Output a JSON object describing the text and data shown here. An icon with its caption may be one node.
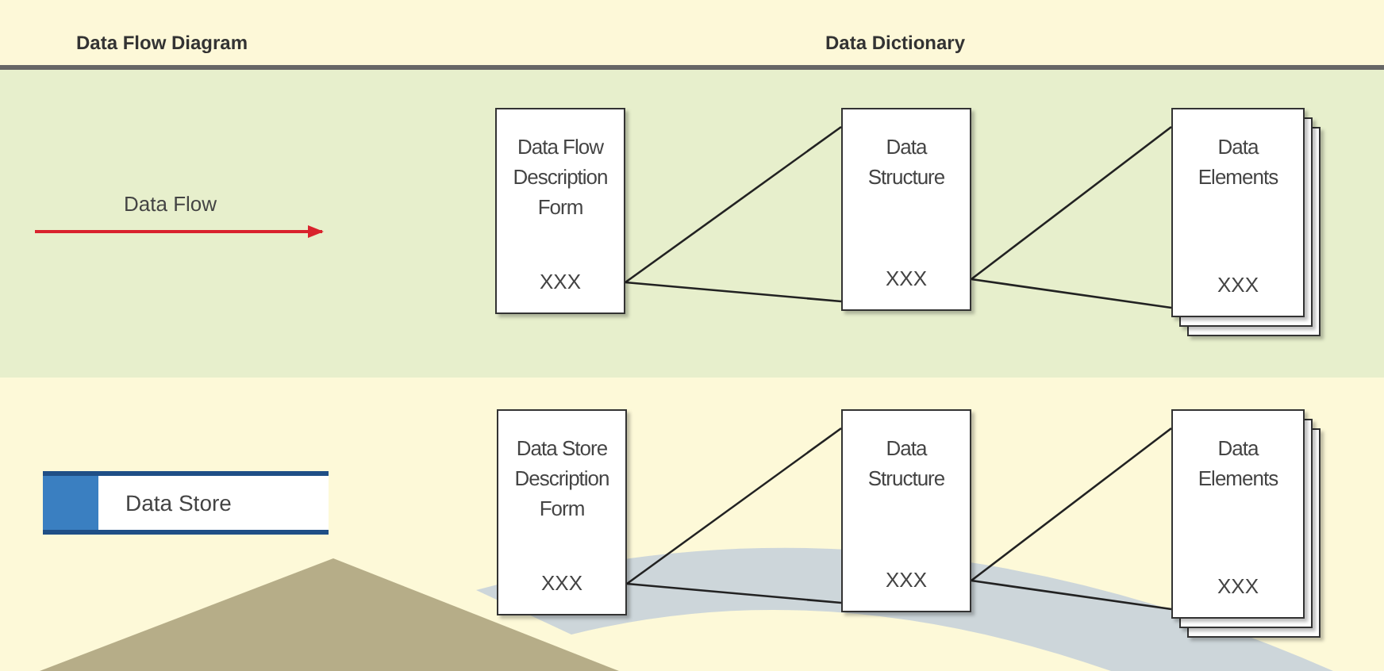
{
  "diagram": {
    "nodes": [
      {
        "text": [
          "Data Flow Description Form",
          "XXX"
        ]
      },
      {
        "text": [
          "Data Structure",
          "XXX"
        ]
      },
      {
        "text": [
          "Data Elements",
          "XXX"
        ]
      },
      {
        "text": [
          "Data Store"
        ]
      },
      {
        "text": [
          "Data Store Description Form",
          "XXX"
        ]
      },
      {
        "text": [
          "Data Structure",
          "XXX"
        ]
      },
      {
        "text": [
          "Data Elements",
          "XXX"
        ]
      }
    ],
    "edges": [
      {
        "from": 0,
        "to": 1,
        "arrow": "none"
      },
      {
        "from": 0,
        "to": 1,
        "arrow": "none"
      },
      {
        "from": 1,
        "to": 2,
        "arrow": "none"
      },
      {
        "from": 1,
        "to": 2,
        "arrow": "none"
      },
      {
        "from": 4,
        "to": 5,
        "arrow": "none"
      },
      {
        "from": 4,
        "to": 5,
        "arrow": "none"
      },
      {
        "from": 5,
        "to": 6,
        "arrow": "none"
      },
      {
        "from": 5,
        "to": 6,
        "arrow": "none"
      }
    ],
    "labels": [
      "Data Flow Diagram",
      "Data Dictionary",
      "Data Flow"
    ]
  }
}
